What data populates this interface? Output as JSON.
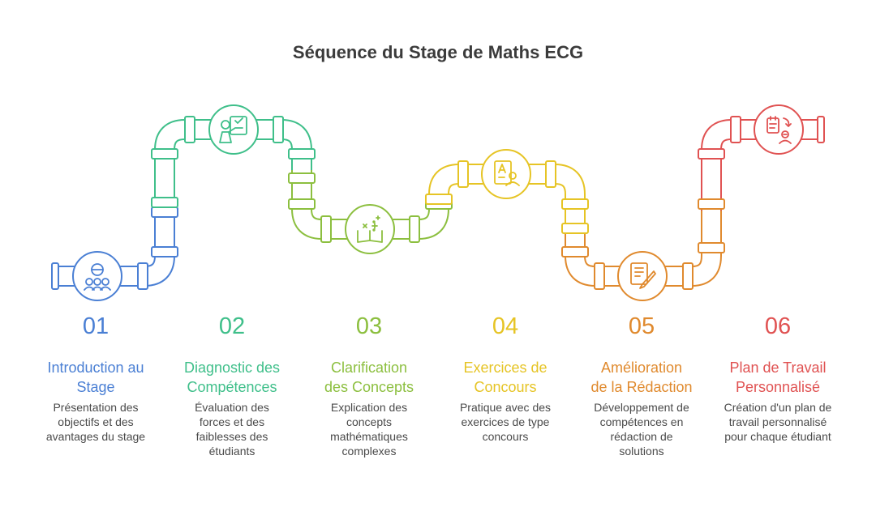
{
  "title": "Séquence du Stage de Maths ECG",
  "steps": [
    {
      "num": "01",
      "label_lines": [
        "Introduction au",
        "Stage"
      ],
      "desc_lines": [
        "Présentation des",
        "objectifs et des",
        "avantages du stage"
      ],
      "color": "#4a7fd4",
      "icon": "group-icon"
    },
    {
      "num": "02",
      "label_lines": [
        "Diagnostic des",
        "Compétences"
      ],
      "desc_lines": [
        "Évaluation des",
        "forces et des",
        "faiblesses des",
        "étudiants"
      ],
      "color": "#3fbf8a",
      "icon": "teacher-board-icon"
    },
    {
      "num": "03",
      "label_lines": [
        "Clarification",
        "des Concepts"
      ],
      "desc_lines": [
        "Explication des",
        "concepts",
        "mathématiques",
        "complexes"
      ],
      "color": "#8cbf3f",
      "icon": "math-book-icon"
    },
    {
      "num": "04",
      "label_lines": [
        "Exercices de",
        "Concours"
      ],
      "desc_lines": [
        "Pratique avec des",
        "exercices de type",
        "concours"
      ],
      "color": "#e6c425",
      "icon": "exam-paper-icon"
    },
    {
      "num": "05",
      "label_lines": [
        "Amélioration",
        "de la Rédaction"
      ],
      "desc_lines": [
        "Développement de",
        "compétences en",
        "rédaction de",
        "solutions"
      ],
      "color": "#e08a2e",
      "icon": "writing-document-icon"
    },
    {
      "num": "06",
      "label_lines": [
        "Plan de Travail",
        "Personnalisé"
      ],
      "desc_lines": [
        "Création d'un plan de",
        "travail personnalisé",
        "pour chaque étudiant"
      ],
      "color": "#e05252",
      "icon": "personal-plan-icon"
    }
  ]
}
